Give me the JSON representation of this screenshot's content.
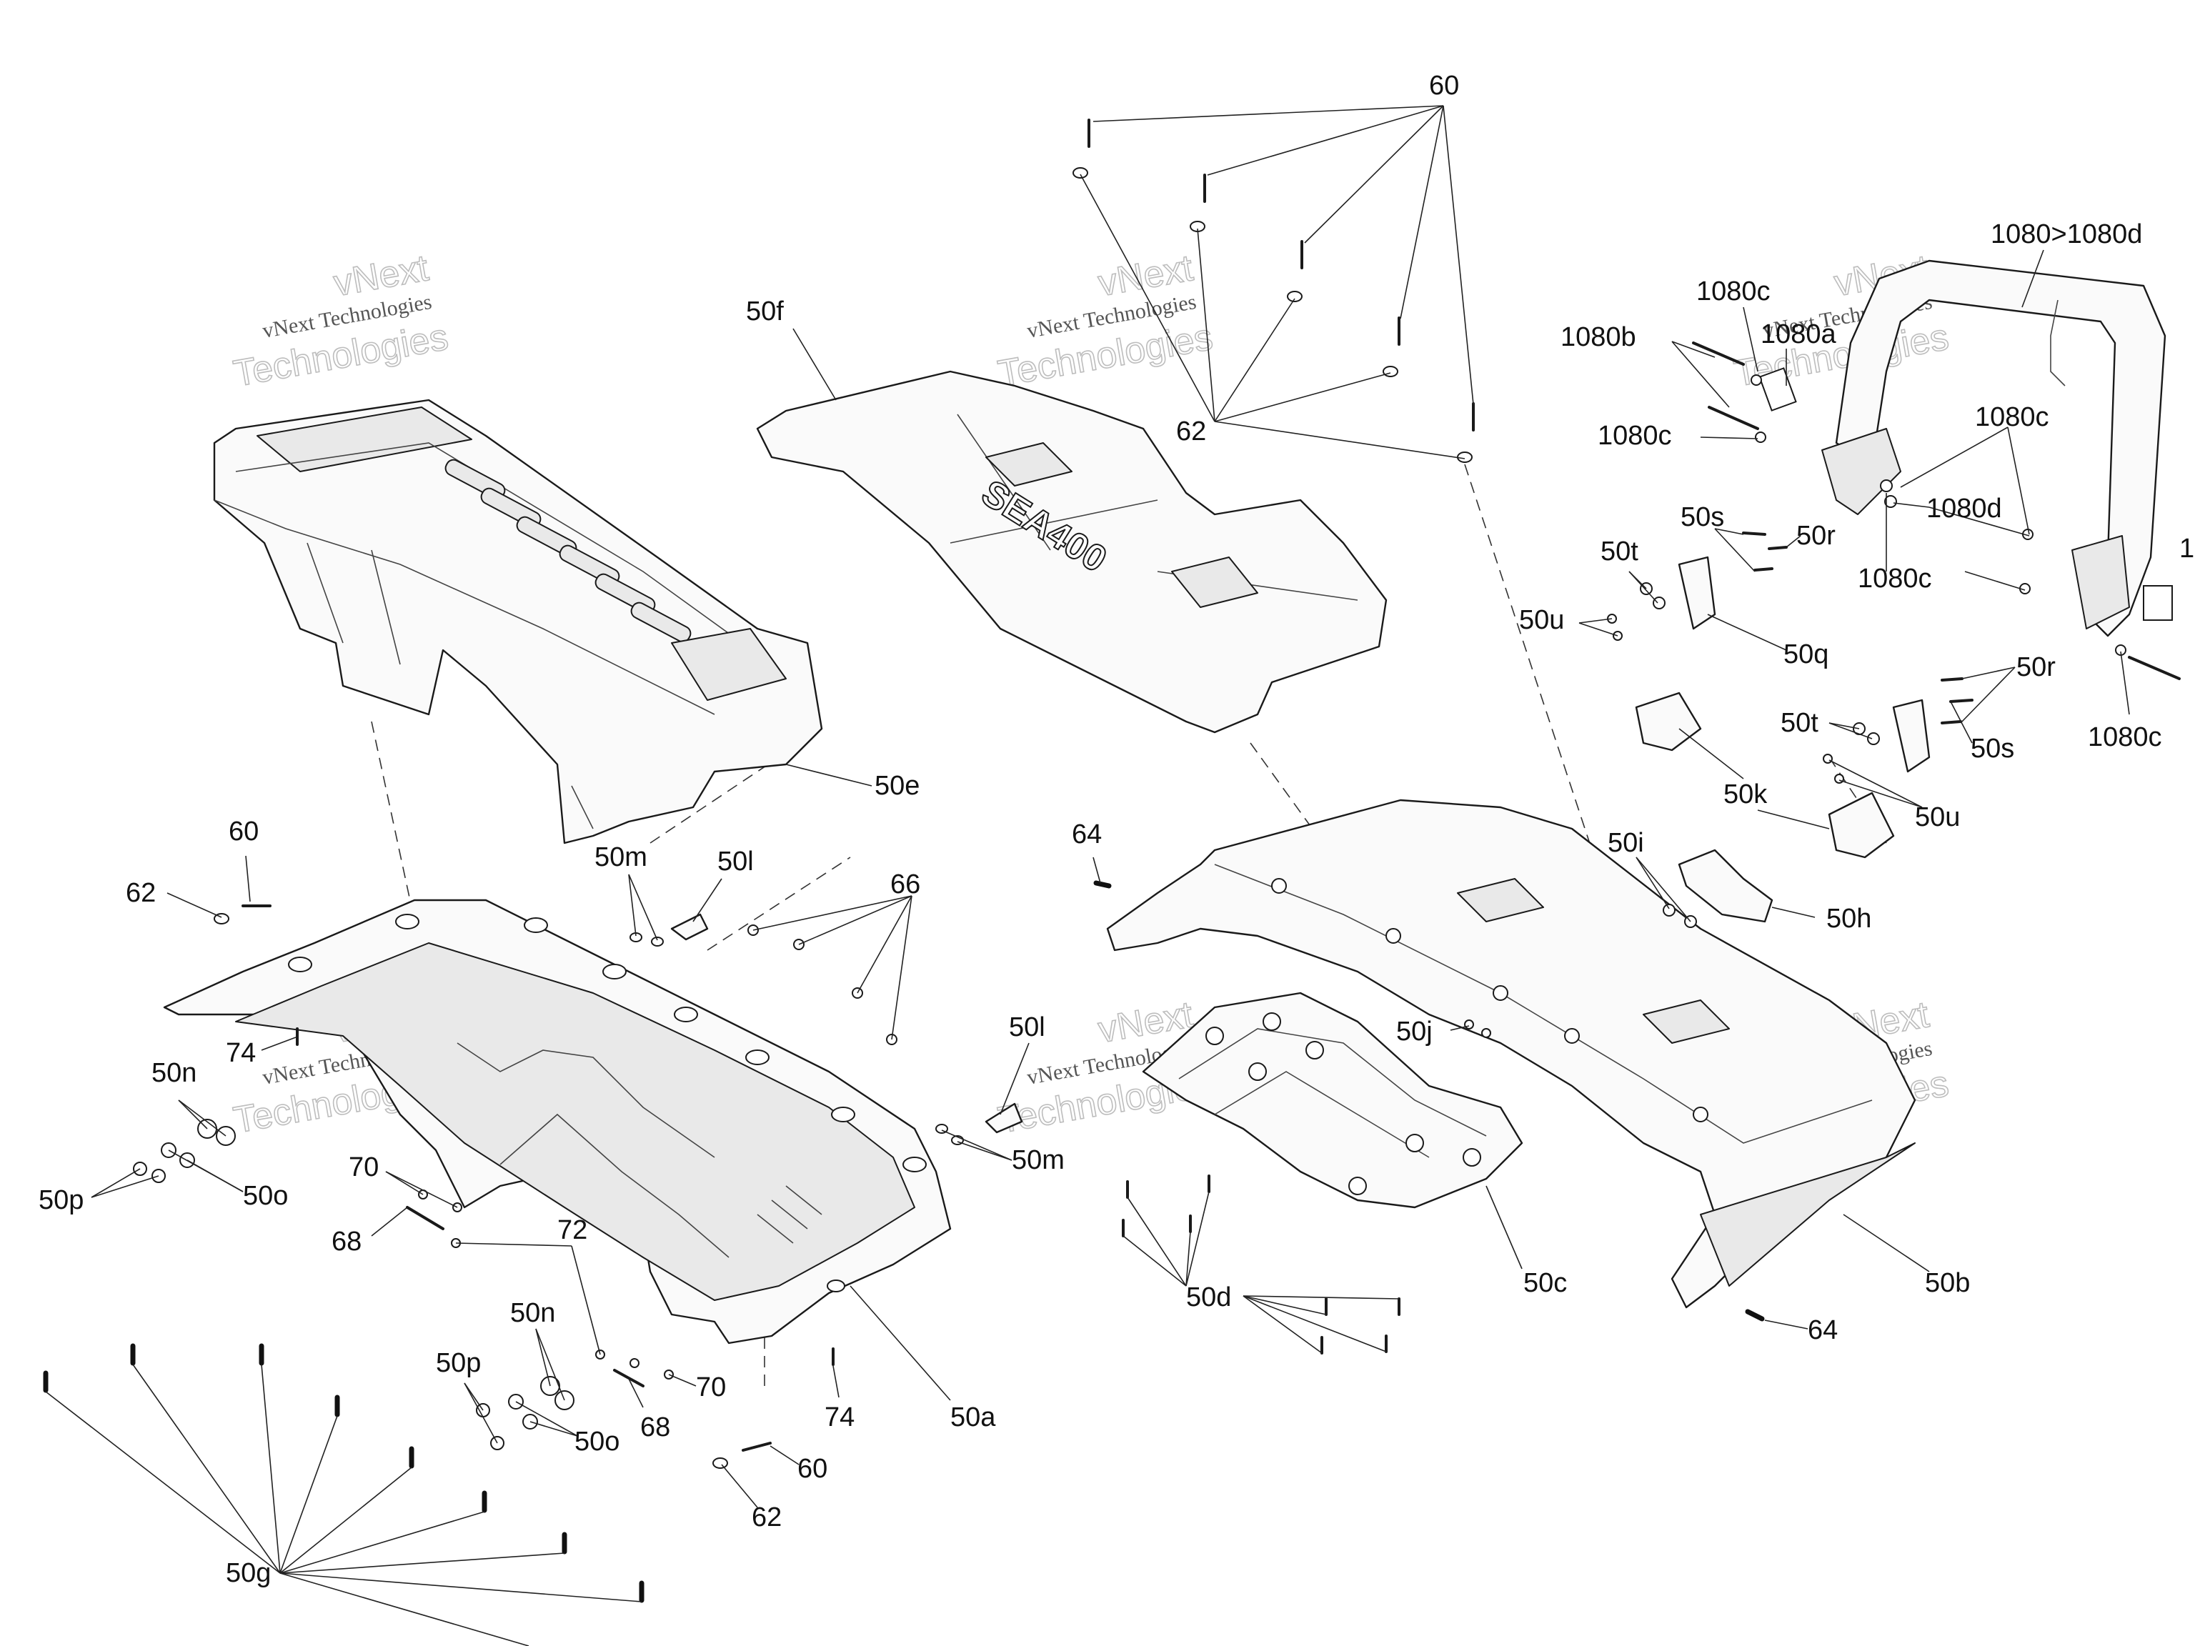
{
  "labels": {
    "l60_top": "60",
    "l62_top": "62",
    "l50f": "50f",
    "l1080": "1080>1080d",
    "l1080c_a": "1080c",
    "l1080a": "1080a",
    "l1080b": "1080b",
    "l1080c_b": "1080c",
    "l1080c_c": "1080c",
    "l1080d": "1080d",
    "l1080c_d": "1080c",
    "l1080c_e": "1080c",
    "l1_edge": "1",
    "l50s_a": "50s",
    "l50r_a": "50r",
    "l50t_a": "50t",
    "l50u_a": "50u",
    "l50q": "50q",
    "l50r_b": "50r",
    "l50t_b": "50t",
    "l50s_b": "50s",
    "l50k": "50k",
    "l50u_b": "50u",
    "l50i": "50i",
    "l50h": "50h",
    "l50e": "50e",
    "l60_left": "60",
    "l62_left": "62",
    "l50m_a": "50m",
    "l50l_a": "50l",
    "l66": "66",
    "l74_a": "74",
    "l50n_a": "50n",
    "l50p_a": "50p",
    "l50o_a": "50o",
    "l70_a": "70",
    "l68_a": "68",
    "l72": "72",
    "l50n_b": "50n",
    "l50p_b": "50p",
    "l50o_b": "50o",
    "l68_b": "68",
    "l70_b": "70",
    "l74_b": "74",
    "l50a": "50a",
    "l60_bottom": "60",
    "l62_bottom": "62",
    "l50g": "50g",
    "l50l_b": "50l",
    "l50m_b": "50m",
    "l64_a": "64",
    "l50j": "50j",
    "l50c": "50c",
    "l50d": "50d",
    "l50b": "50b",
    "l64_b": "64"
  },
  "watermarks": [
    {
      "line1": "vNext Technologies",
      "line2": "vNext",
      "line3": "Technologies"
    },
    {
      "line1": "vNext Technologies",
      "line2": "vNext",
      "line3": "Technologies"
    },
    {
      "line1": "vNext Technologies",
      "line2": "vNext",
      "line3": "Technologies"
    },
    {
      "line1": "vNext Technologies",
      "line2": "vNext",
      "line3": "Technologies"
    },
    {
      "line1": "vNext Technologies",
      "line2": "vNext",
      "line3": "Technologies"
    },
    {
      "line1": "vNext Technologies",
      "line2": "vNext",
      "line3": "Technologies"
    }
  ],
  "decal_text": "SEA400"
}
